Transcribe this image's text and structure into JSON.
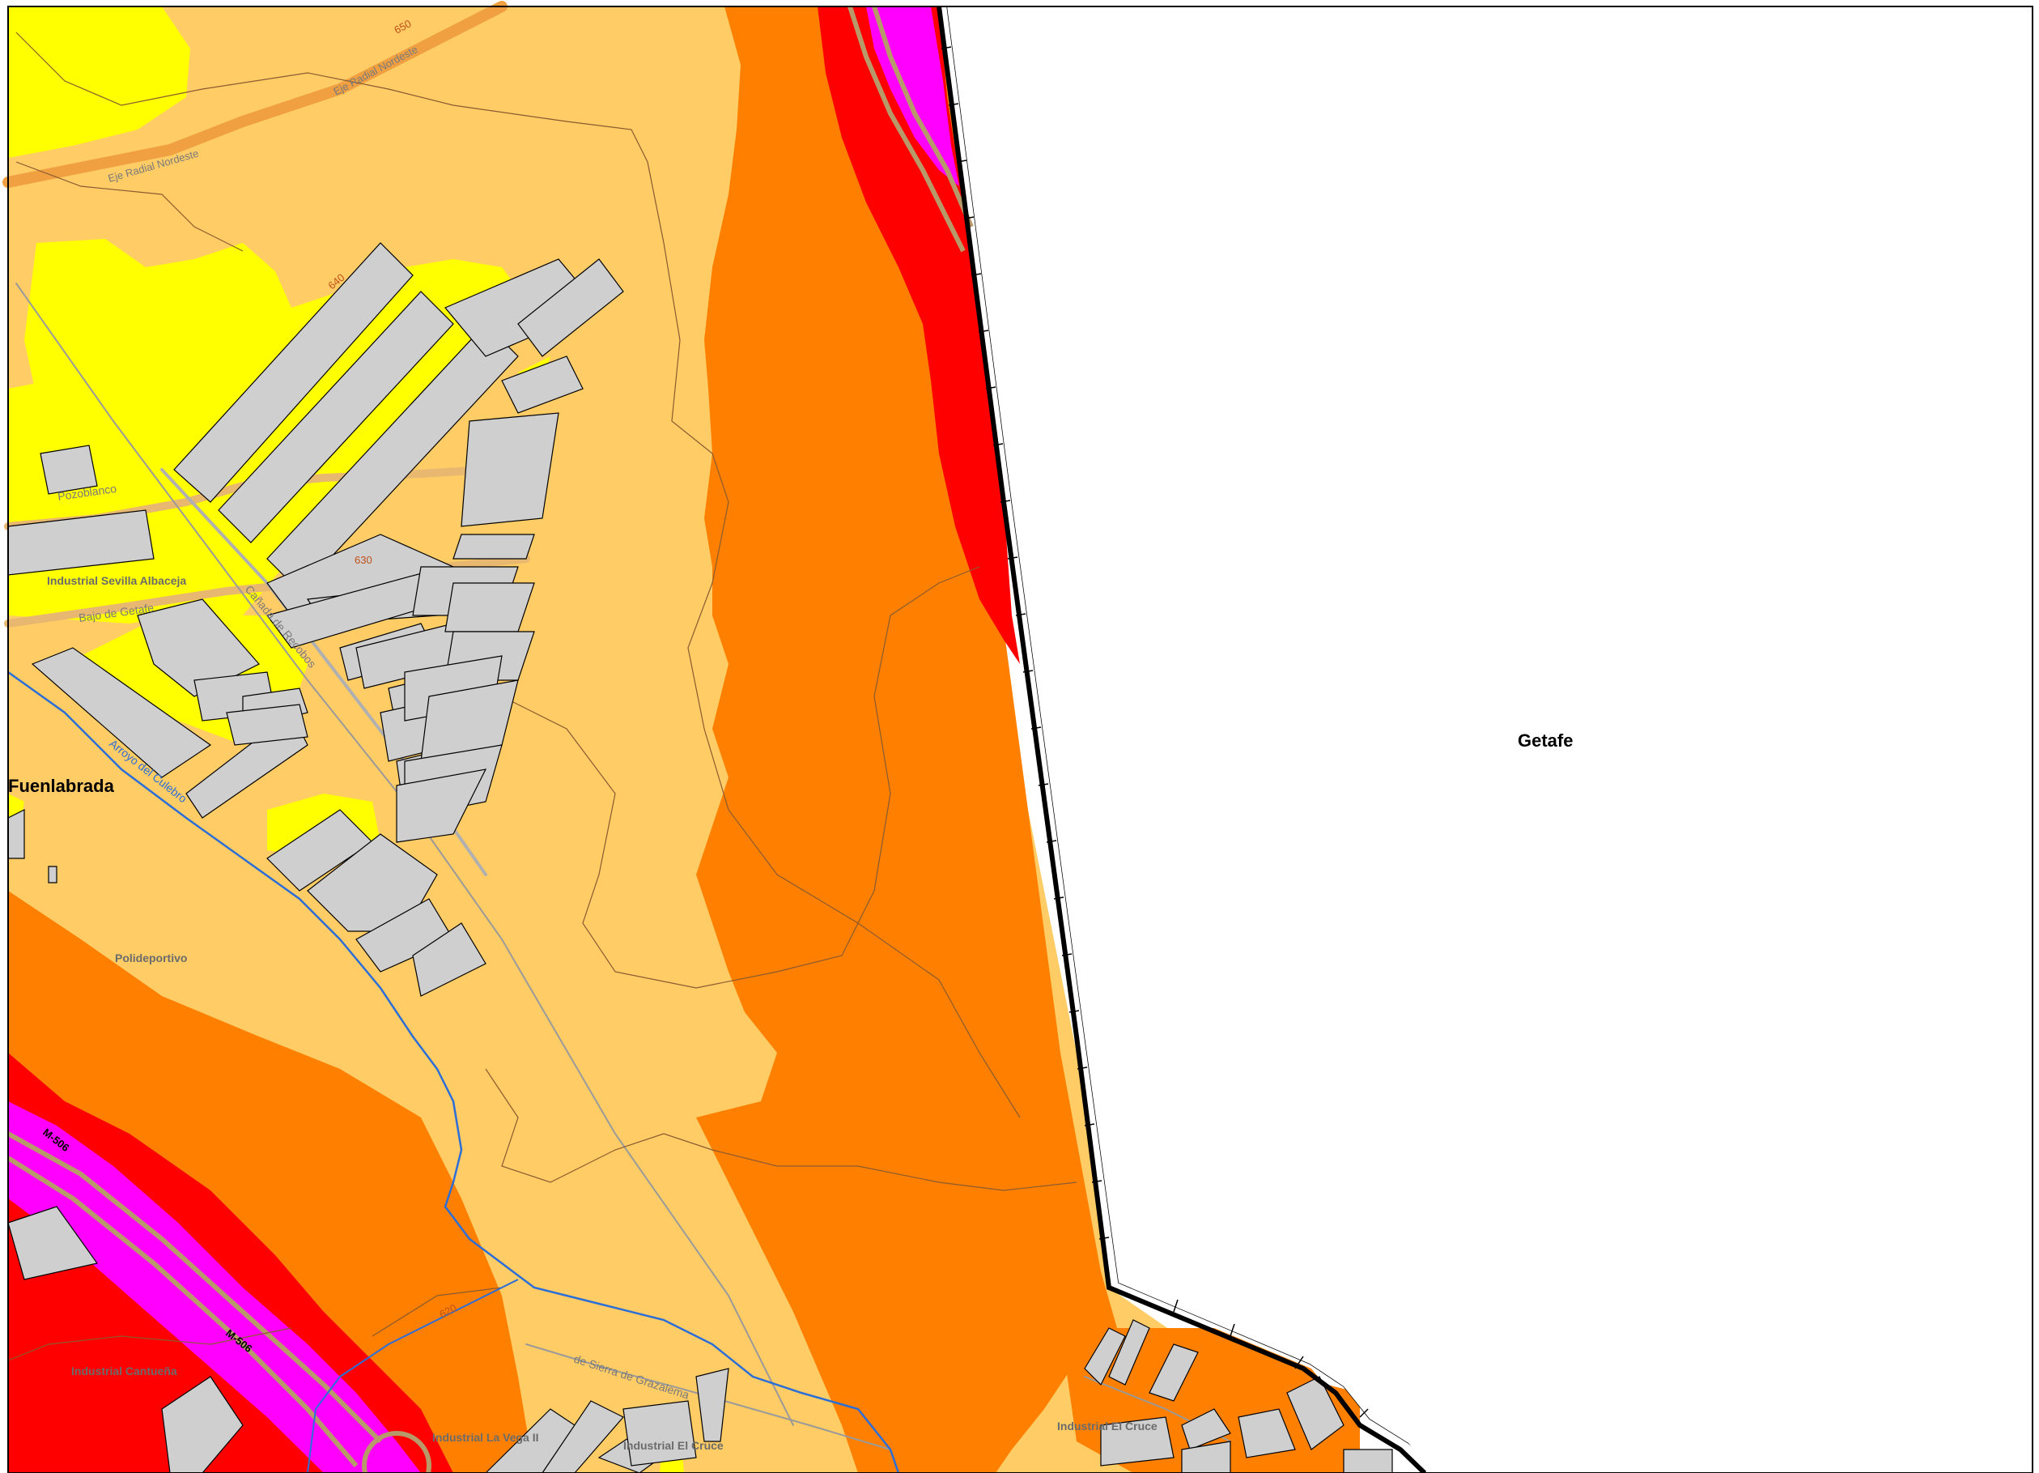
{
  "map": {
    "colors": {
      "zone_light": "#ffcc66",
      "zone_orange": "#ff8000",
      "zone_red": "#ff0000",
      "zone_magenta": "#ff00ff",
      "zone_yellow": "#ffff00",
      "building": "#cfcfcf",
      "river": "#2b6ed8",
      "boundary": "#000000"
    },
    "municipalities": {
      "left": "Fuenlabrada",
      "right": "Getafe"
    },
    "places": {
      "industrial_sevilla": "Industrial Sevilla Albaceja",
      "polideportivo": "Polideportivo",
      "industrial_cantuena": "Industrial Cantueña",
      "industrial_la_vega": "Industrial La Vega II",
      "industrial_el_cruce_1": "Industrial El Cruce",
      "industrial_el_cruce_2": "Industrial El Cruce"
    },
    "roads": {
      "eje_radial_1": "Eje Radial Nordeste",
      "eje_radial_2": "Eje Radial Nordeste",
      "pozoblanco": "Pozoblanco",
      "bajo_de_getafe": "Bajo de Getafe",
      "cañada": "Cañada de Recobos",
      "sierra_grazalema": "de Sierra de Grazalema",
      "highway_1": "M-506",
      "highway_2": "M-506"
    },
    "water": {
      "arroyo": "Arroyo del Culebro"
    },
    "contours": {
      "c650": "650",
      "c640": "640",
      "c630": "630",
      "c620": "620"
    }
  }
}
